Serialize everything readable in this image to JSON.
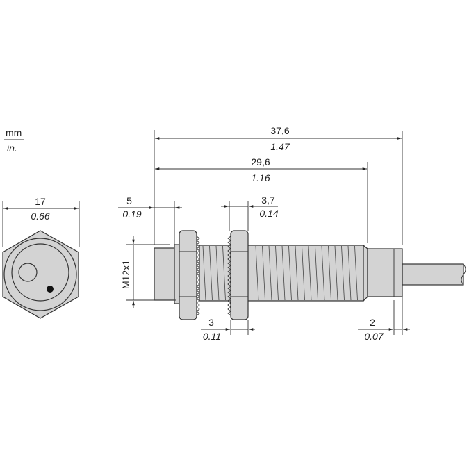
{
  "units": {
    "primary": "mm",
    "secondary": "in."
  },
  "front_view": {
    "width": {
      "mm": "17",
      "in": "0.66"
    }
  },
  "side_view": {
    "overall_length": {
      "mm": "37,6",
      "in": "1.47"
    },
    "threaded_length": {
      "mm": "29,6",
      "in": "1.16"
    },
    "face_length": {
      "mm": "5",
      "in": "0.19"
    },
    "nut_thickness": {
      "mm": "3,7",
      "in": "0.14"
    },
    "nut_gap": {
      "mm": "3",
      "in": "0.11"
    },
    "cap_length": {
      "mm": "2",
      "in": "0.07"
    },
    "thread_label": "M12x1"
  },
  "colors": {
    "part_fill": "#d3d3d3",
    "line": "#333333"
  }
}
